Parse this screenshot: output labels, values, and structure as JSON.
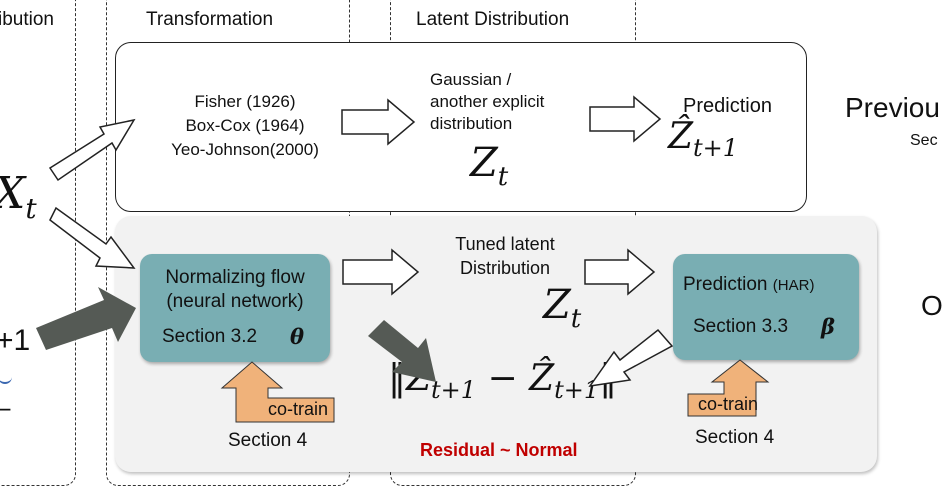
{
  "columns": {
    "left_header": "ibution",
    "transformation_header": "Transformation",
    "latent_header": "Latent Distribution"
  },
  "top_row": {
    "methods": [
      "Fisher (1926)",
      "Box-Cox (1964)",
      "Yeo-Johnson(2000)"
    ],
    "gaussian_lines": [
      "Gaussian /",
      "another explicit",
      "distribution"
    ],
    "latent_symbol": "Z",
    "latent_sub": "t",
    "prediction_label": "Prediction",
    "prediction_symbol": "Ẑ",
    "prediction_sub": "t+1",
    "right_text": "Previou",
    "right_subtext": "Sec"
  },
  "left": {
    "x_symbol": "X",
    "x_sub": "t",
    "bottom_fragment": "+1",
    "dash_fragment": "–"
  },
  "bottom_row": {
    "nf_lines": [
      "Normalizing flow",
      "(neural network)"
    ],
    "nf_section": "Section 3.2",
    "nf_param": "θ",
    "cotrain_left": "co-train",
    "section4_left": "Section 4",
    "tuned_lines": [
      "Tuned latent",
      "Distribution"
    ],
    "latent_symbol": "Z",
    "latent_sub": "t",
    "residual_expr_a": "Z",
    "residual_expr_a_sub": "t+1",
    "residual_minus": "−",
    "residual_expr_b": "Ẑ",
    "residual_expr_b_sub": "t+1",
    "residual_label": "Residual ~ Normal",
    "pred_label": "Prediction",
    "pred_suffix": "(HAR)",
    "pred_section": "Section 3.3",
    "pred_param": "β",
    "cotrain_right": "co-train",
    "section4_right": "Section 4",
    "right_text": "O"
  },
  "colors": {
    "teal": "#79aeb3",
    "orange": "#f0b27a",
    "dark_arrow": "#555a55",
    "residual_red": "#c00000",
    "panel_gray": "#f2f2f2"
  }
}
